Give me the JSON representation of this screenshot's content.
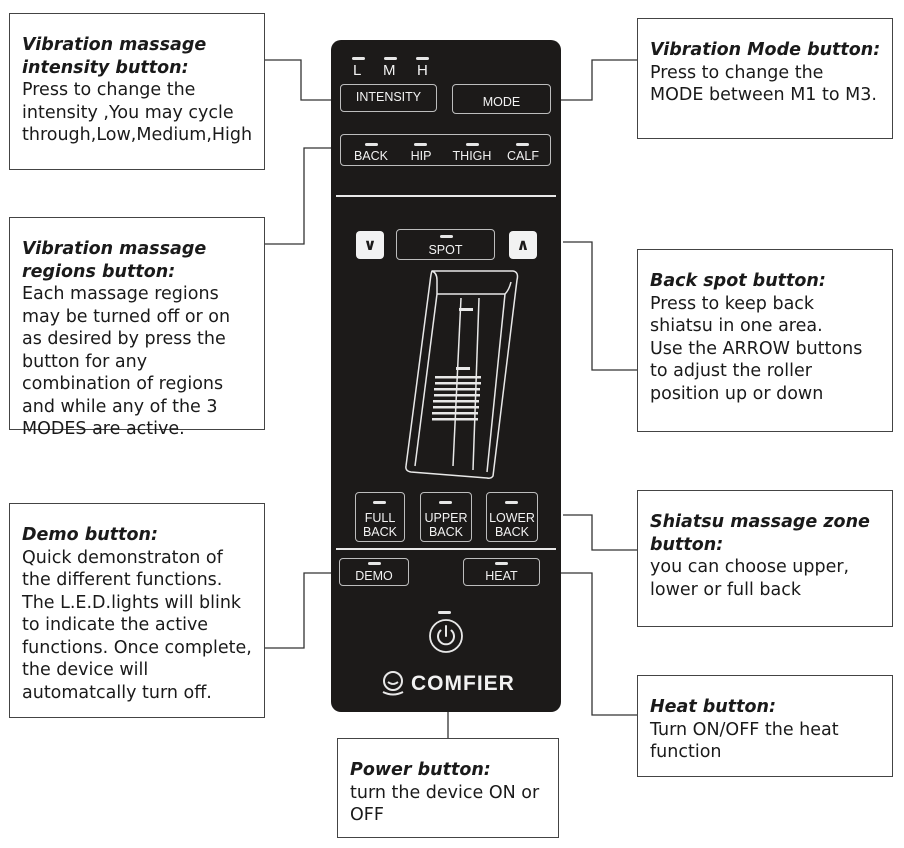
{
  "panel": {
    "level_labels": [
      "L",
      "M",
      "H"
    ],
    "intensity_label": "INTENSITY",
    "mode_label": "MODE",
    "regions": [
      "BACK",
      "HIP",
      "THIGH",
      "CALF"
    ],
    "down_arrow": "∨",
    "up_arrow": "∧",
    "spot_label": "SPOT",
    "zones": [
      [
        "FULL",
        "BACK"
      ],
      [
        "UPPER",
        "BACK"
      ],
      [
        "LOWER",
        "BACK"
      ]
    ],
    "demo_label": "DEMO",
    "heat_label": "HEAT",
    "brand": "COMFIER"
  },
  "callouts": {
    "intensity": {
      "title": "Vibration massage intensity button:",
      "desc": "Press to change the intensity ,You may cycle through,Low,Medium,High"
    },
    "mode": {
      "title": "Vibration Mode button:",
      "desc": "Press to change the MODE between M1 to M3."
    },
    "regions": {
      "title": "Vibration massage regions button:",
      "desc": "Each massage regions may be turned off or on as desired by press the button for any combination of regions and while any of the 3 MODES are active."
    },
    "spot": {
      "title": "Back spot button:",
      "desc": "Press to keep back shiatsu in one area.\nUse the ARROW buttons to adjust the roller position up or down"
    },
    "demo": {
      "title": "Demo button:",
      "desc": "Quick demonstraton of the different functions. The L.E.D.lights will blink to indicate the active functions. Once complete, the device will automatcally turn off."
    },
    "shiatsu": {
      "title": "Shiatsu massage zone button:",
      "desc": "you can choose upper, lower or full back"
    },
    "heat": {
      "title": "Heat button:",
      "desc": "Turn ON/OFF the heat function"
    },
    "power": {
      "title": "Power button:",
      "desc": "turn the device ON or OFF"
    }
  }
}
